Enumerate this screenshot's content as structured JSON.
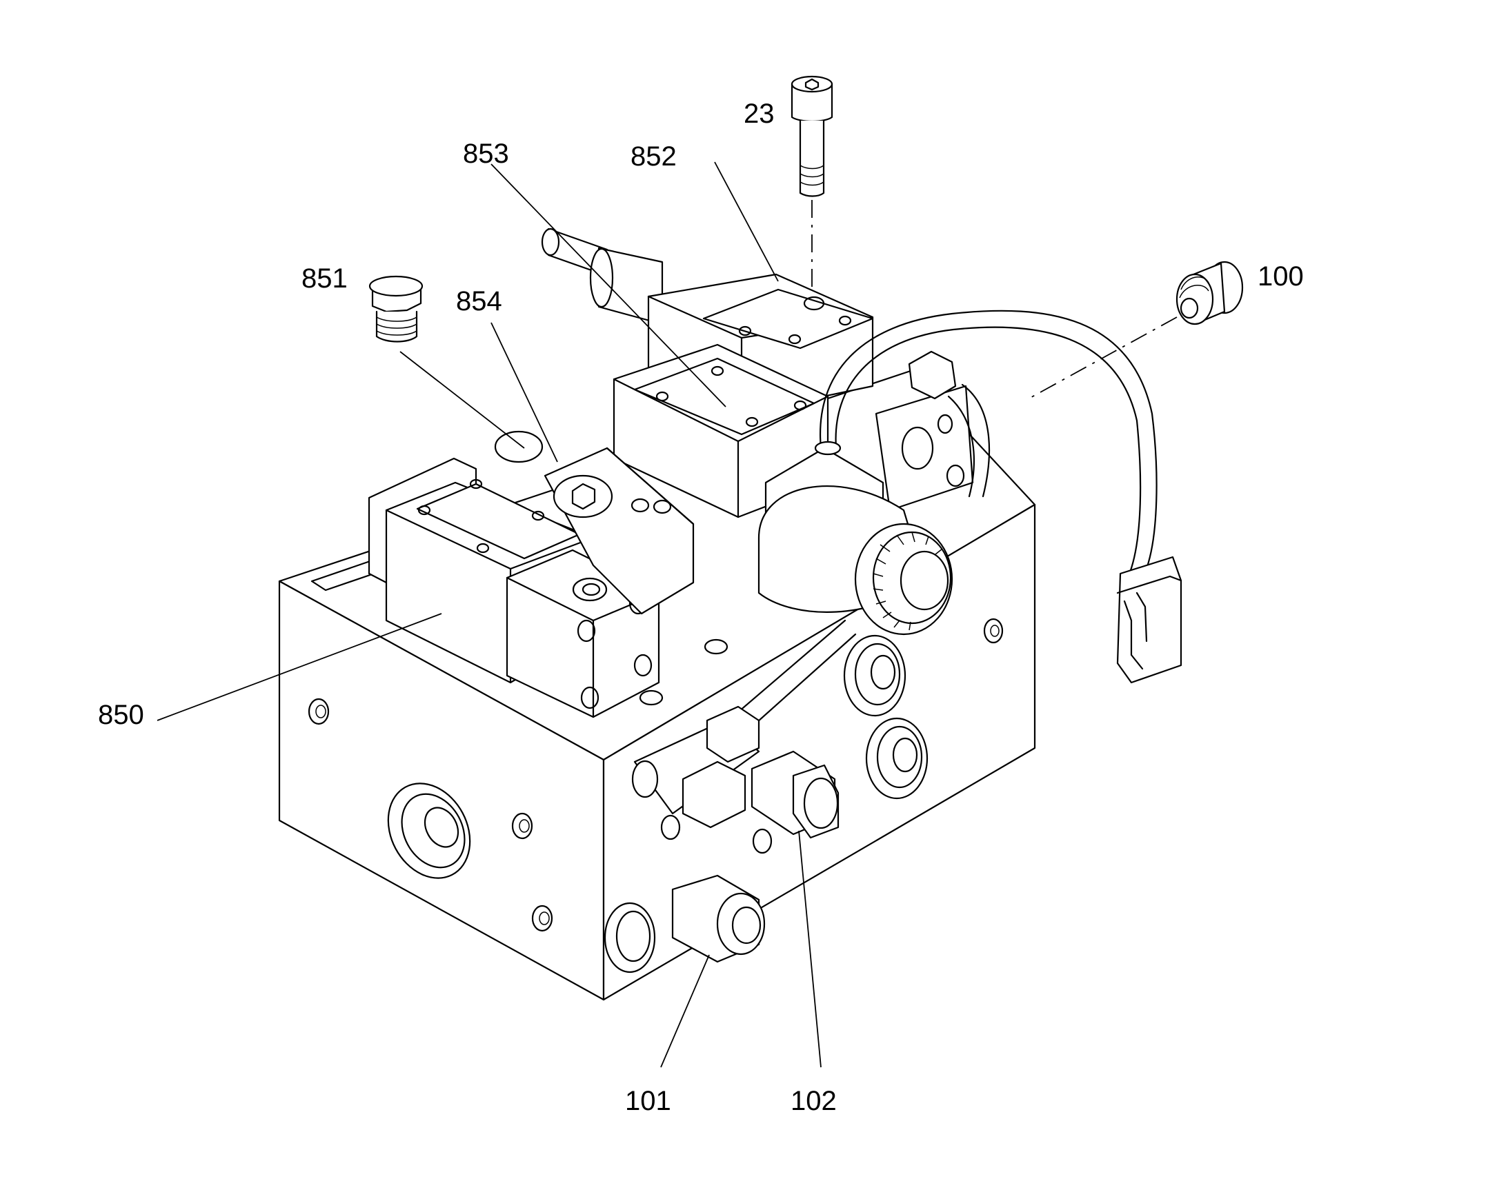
{
  "diagram": {
    "labels": {
      "p23": "23",
      "p100": "100",
      "p101": "101",
      "p102": "102",
      "p850": "850",
      "p851": "851",
      "p852": "852",
      "p853": "853",
      "p854": "854"
    }
  }
}
